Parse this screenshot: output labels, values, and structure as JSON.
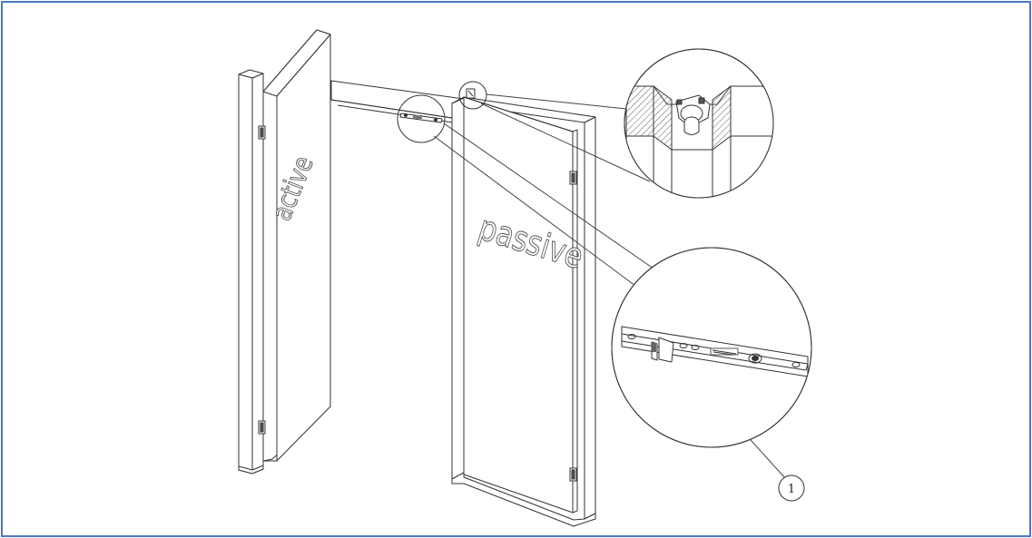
{
  "labels": {
    "active_door": "active",
    "passive_door": "passive",
    "callout_number": "1"
  },
  "colors": {
    "frame_border": "#4a78c2",
    "line": "#333333"
  }
}
